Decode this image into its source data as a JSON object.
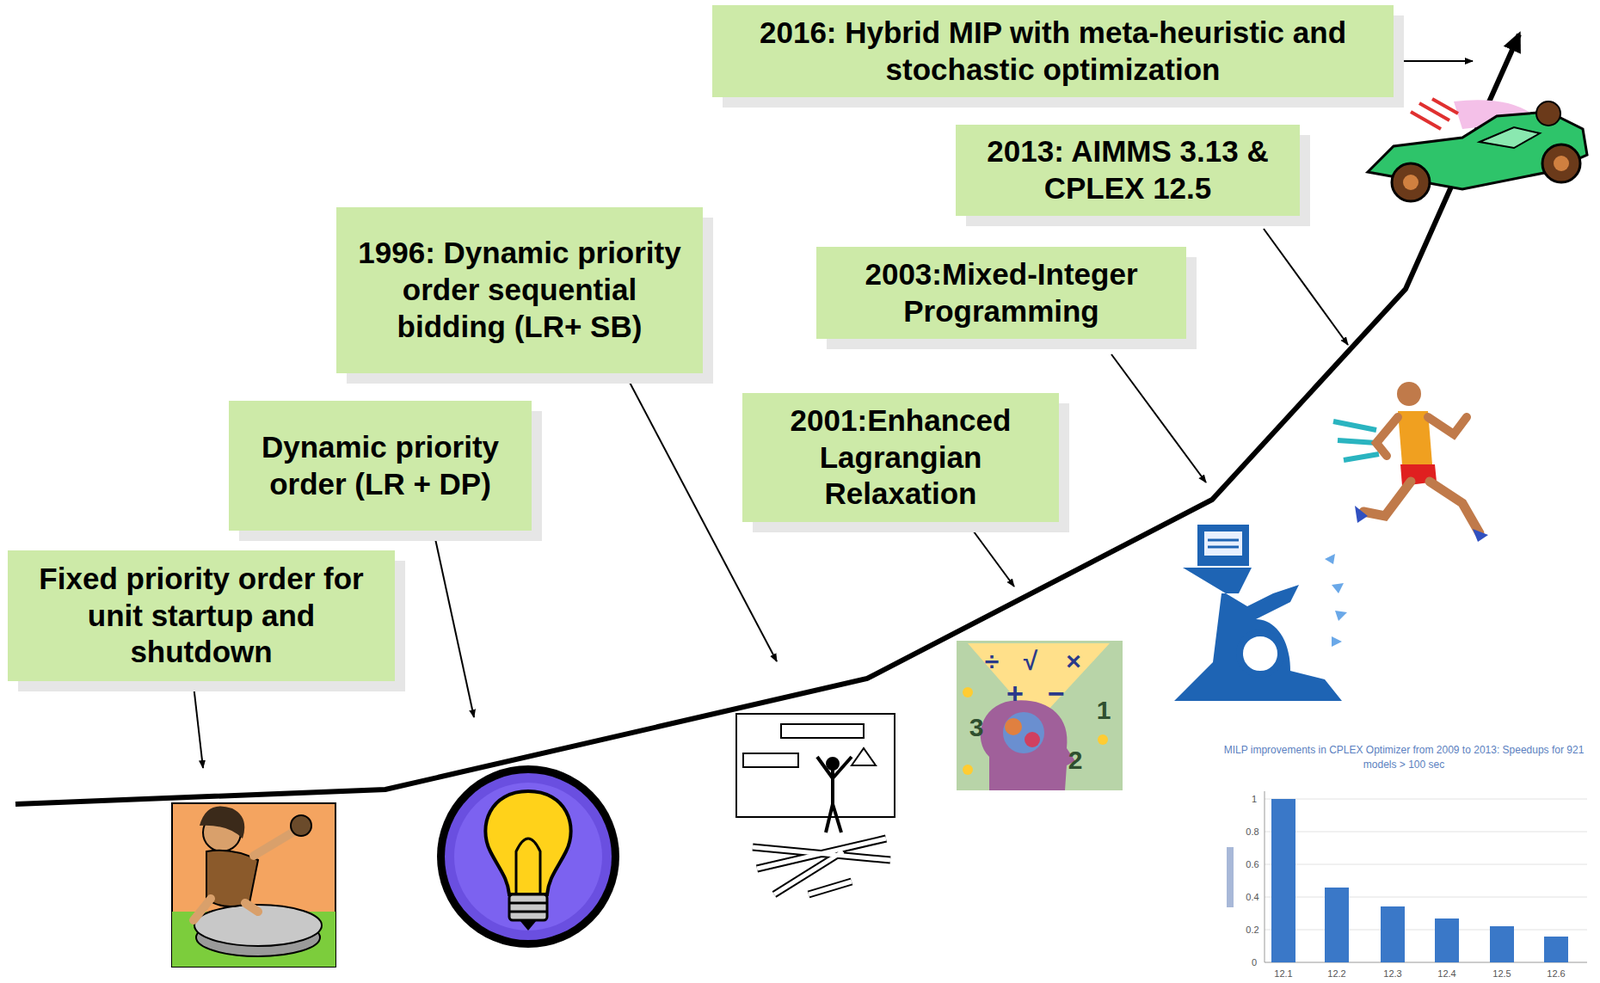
{
  "diagram": {
    "nodes": [
      {
        "text": [
          "Fixed priority order for unit startup and shutdown"
        ]
      },
      {
        "text": [
          "Dynamic priority order (LR + DP)"
        ]
      },
      {
        "text": [
          "1996: Dynamic priority order sequential bidding (LR+ SB)"
        ]
      },
      {
        "text": [
          "2001:Enhanced Lagrangian Relaxation"
        ]
      },
      {
        "text": [
          "2003:Mixed-Integer Programming"
        ]
      },
      {
        "text": [
          "2013: AIMMS 3.13 & CPLEX 12.5"
        ]
      },
      {
        "text": [
          "2016: Hybrid MIP with meta-heuristic and stochastic optimization"
        ]
      }
    ],
    "labels": [
      "MILP improvements in CPLEX Optimizer from 2009 to 2013: Speedups for 921 models > 100 sec",
      "1",
      "0.8",
      "0.6",
      "0.4",
      "0.2",
      "0",
      "12.1",
      "12.2",
      "12.3",
      "12.4",
      "12.5",
      "12.6",
      "÷",
      "√",
      "×",
      "+",
      "−",
      "3",
      "1",
      "2"
    ]
  }
}
